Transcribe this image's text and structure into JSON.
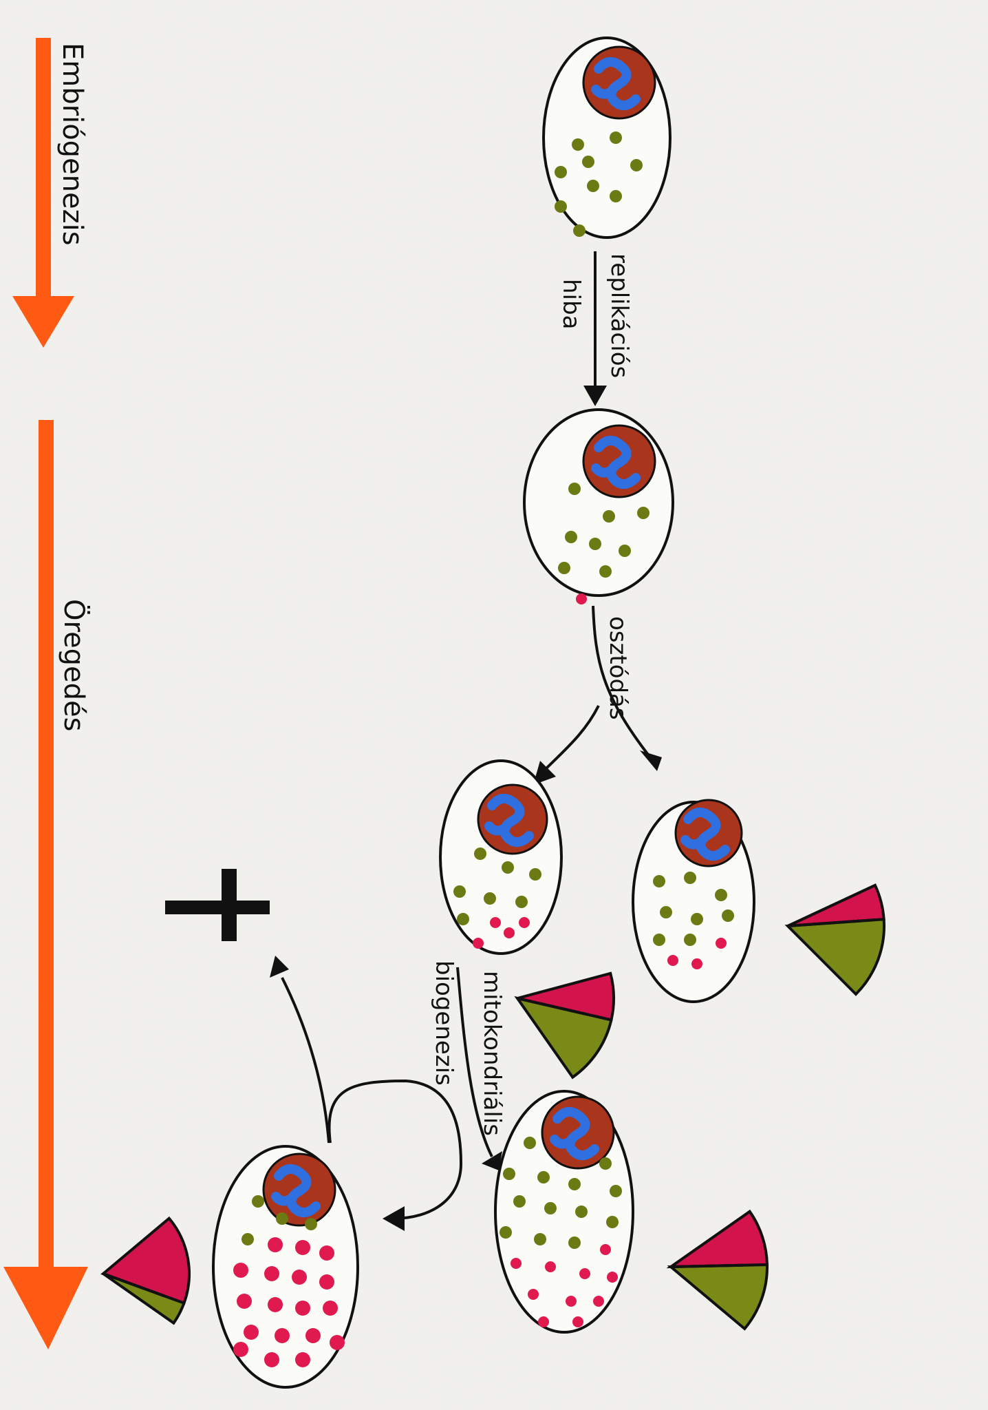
{
  "timeline": {
    "embryogenesis_label": "Embriógenezis",
    "aging_label": "Öregedés"
  },
  "process_labels": {
    "replication_error_line1": "replikációs",
    "replication_error_line2": "hiba",
    "division": "osztódás",
    "mito_biogenesis_line1": "mitokondriális",
    "mito_biogenesis_line2": "biogenezis"
  },
  "death_symbol": "cross",
  "colors": {
    "timeline_arrow": "#ff5a14",
    "healthy_mitochondria": "#6b7a12",
    "mutant_mitochondria": "#e0194f",
    "nucleus_outer": "#a8351c",
    "nucleus_inner": "#2f6fe0",
    "pie_mutant": "#d3134b",
    "pie_healthy": "#7a8a16",
    "ink": "#111111"
  },
  "cells": [
    {
      "id": "origin",
      "mutant_fraction": 0.0
    },
    {
      "id": "after-replication-error",
      "mutant_fraction": 0.1
    },
    {
      "id": "daughter-left",
      "mutant_fraction": 0.4
    },
    {
      "id": "daughter-right",
      "mutant_fraction": 0.3
    },
    {
      "id": "after-biogenesis-right",
      "mutant_fraction": 0.45
    },
    {
      "id": "after-biogenesis-left",
      "mutant_fraction": 0.8
    }
  ]
}
